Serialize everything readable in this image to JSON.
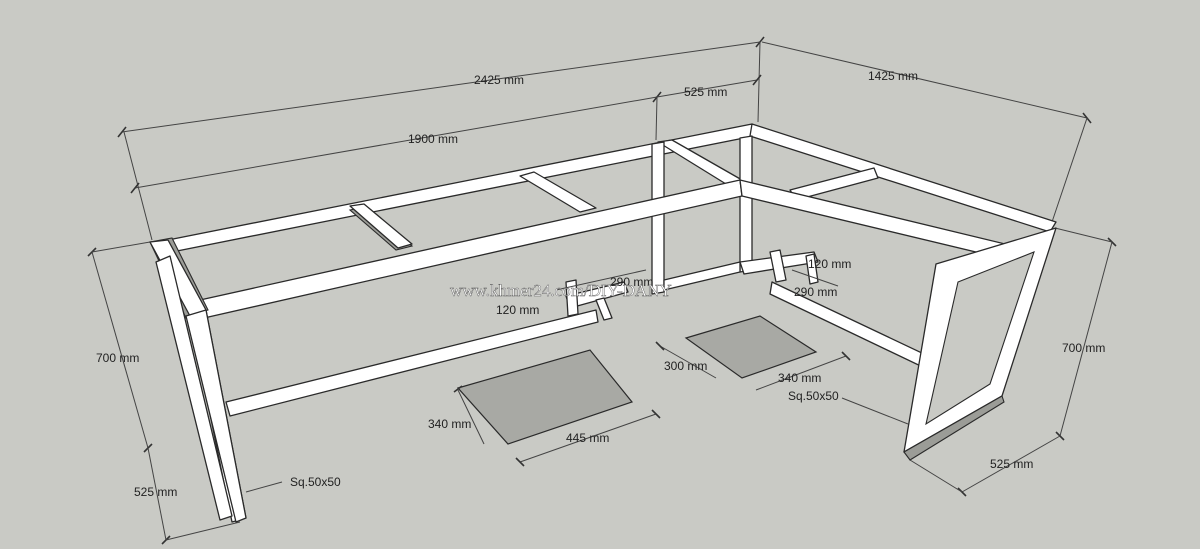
{
  "dimensions": {
    "total_length": "2425 mm",
    "inner_length": "1900 mm",
    "return_width": "525 mm",
    "return_length": "1425 mm",
    "height_left": "700 mm",
    "height_right": "700 mm",
    "depth_left": "525 mm",
    "depth_right": "525 mm",
    "leg_profile_left": "Sq.50x50",
    "leg_profile_right": "Sq.50x50",
    "plate_a_width": "340 mm",
    "plate_a_length": "445 mm",
    "plate_b_width": "300 mm",
    "plate_b_length": "340 mm",
    "bracket_a_width": "120 mm",
    "bracket_a_length": "290 mm",
    "bracket_b_width": "120 mm",
    "bracket_b_length": "290 mm"
  },
  "watermark": "www.khmer24.com/DIY-DANY",
  "colors": {
    "background": "#c9cac5",
    "frame": "#ffffff",
    "plate": "#a8a9a4",
    "line": "#2a2a2a"
  }
}
